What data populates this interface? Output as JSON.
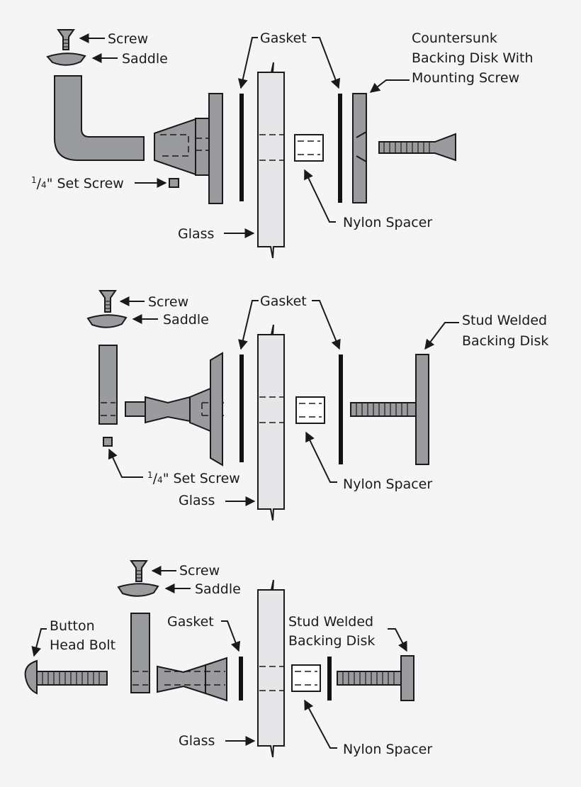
{
  "colors": {
    "background": "#f5f5f5",
    "metal": "#9a9b9e",
    "glass": "#e6e6e8",
    "spacer": "#ffffff",
    "line": "#1a1a1a",
    "gasket": "#111111"
  },
  "assemblies": [
    {
      "screw": "Screw",
      "saddle": "Saddle",
      "gasket": "Gasket",
      "backing_line1": "Countersunk",
      "backing_line2": "Backing Disk With",
      "backing_line3": "Mounting Screw",
      "set_screw_num": "1",
      "set_screw_den": "4",
      "set_screw_rest": "\" Set Screw",
      "nylon_spacer": "Nylon Spacer",
      "glass": "Glass"
    },
    {
      "screw": "Screw",
      "saddle": "Saddle",
      "gasket": "Gasket",
      "stud_line1": "Stud Welded",
      "stud_line2": "Backing Disk",
      "set_screw_num": "1",
      "set_screw_den": "4",
      "set_screw_rest": "\" Set Screw",
      "glass": "Glass",
      "nylon_spacer": "Nylon Spacer"
    },
    {
      "screw": "Screw",
      "saddle": "Saddle",
      "button_line1": "Button",
      "button_line2": "Head Bolt",
      "gasket": "Gasket",
      "stud_line1": "Stud Welded",
      "stud_line2": "Backing Disk",
      "glass": "Glass",
      "nylon_spacer": "Nylon Spacer"
    }
  ]
}
